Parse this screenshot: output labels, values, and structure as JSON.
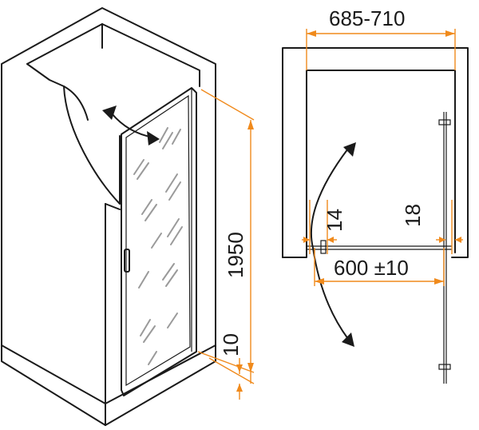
{
  "colors": {
    "outline": "#1a1a1a",
    "dimension": "#f08a1c",
    "glass_streak": "#9a9a9a",
    "background": "#ffffff"
  },
  "dimensions": {
    "width_range": "685-710",
    "door_width": "600 ±10",
    "height": "1950",
    "base_offset": "10",
    "left_gap": "14",
    "right_gap": "18"
  },
  "icons": {
    "swing_arrow_iso": "curved-double-arrow-icon",
    "swing_arrow_plan": "swing-arc-double-arrow-icon"
  }
}
